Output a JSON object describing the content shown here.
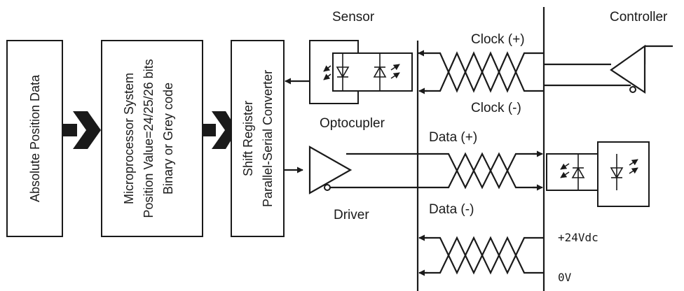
{
  "colors": {
    "line": "#1a1a1a",
    "background": "#ffffff"
  },
  "blocks": {
    "absolute_position": [
      "Absolute Position Data"
    ],
    "microprocessor": [
      "Microprocessor System",
      "Position Value=24/25/26 bits",
      "Binary or Grey code"
    ],
    "shift_register": [
      "Shift Register",
      "Parallel-Serial Converter"
    ]
  },
  "labels": {
    "sensor": "Sensor",
    "controller": "Controller",
    "optocupler": "Optocupler",
    "driver": "Driver",
    "clock_plus": "Clock (+)",
    "clock_minus": "Clock (-)",
    "data_plus": "Data (+)",
    "data_minus": "Data (-)",
    "v24": "+24Vdc",
    "v0": "0V"
  },
  "icons": [
    "arrow-right-icon",
    "led-icon",
    "photodiode-icon",
    "triangle-buffer-icon"
  ]
}
